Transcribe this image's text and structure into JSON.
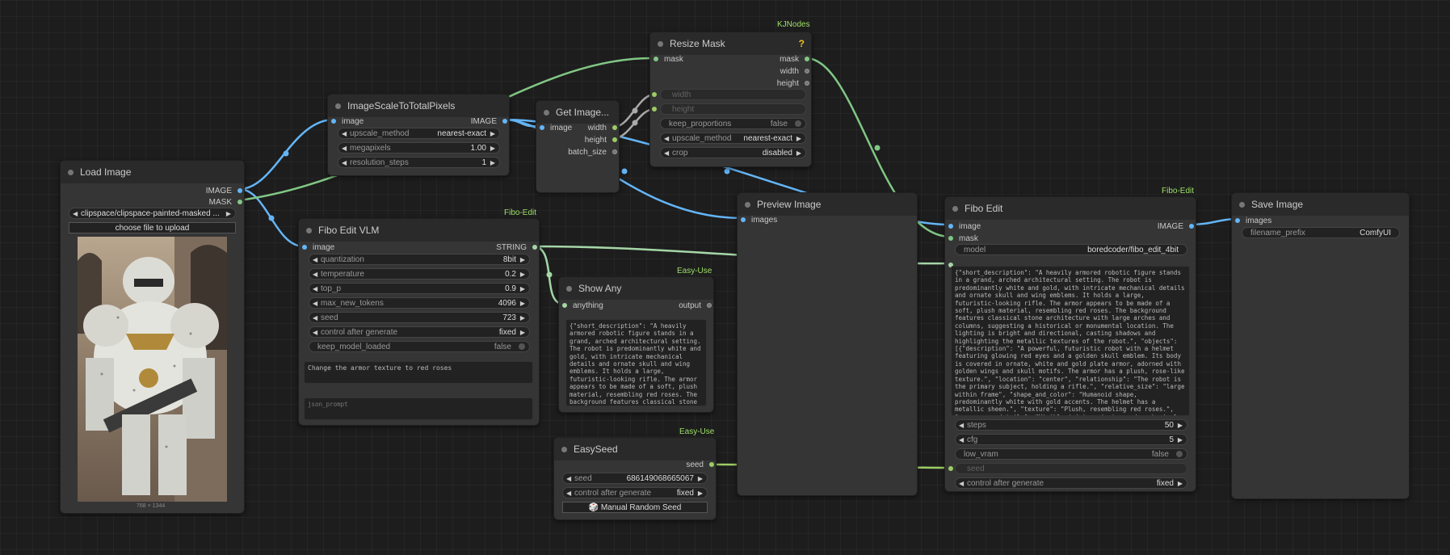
{
  "nodes": {
    "load_image": {
      "title": "Load Image",
      "outputs": [
        "IMAGE",
        "MASK"
      ],
      "image_widget": "clipspace/clipspace-painted-masked ...",
      "upload_button": "choose file to upload",
      "dimensions": "768 × 1344"
    },
    "image_scale": {
      "title": "ImageScaleToTotalPixels",
      "input": "image",
      "output": "IMAGE",
      "widgets": [
        {
          "label": "upscale_method",
          "value": "nearest-exact"
        },
        {
          "label": "megapixels",
          "value": "1.00"
        },
        {
          "label": "resolution_steps",
          "value": "1"
        }
      ]
    },
    "get_image": {
      "title": "Get Image...",
      "input": "image",
      "outputs": [
        "width",
        "height",
        "batch_size"
      ]
    },
    "resize_mask": {
      "badge": "KJNodes",
      "title": "Resize Mask",
      "help": "?",
      "input": "mask",
      "outputs": [
        "mask",
        "width",
        "height"
      ],
      "inputs_converted": [
        "width",
        "height"
      ],
      "keep_proportions": {
        "label": "keep_proportions",
        "value": "false"
      },
      "widgets": [
        {
          "label": "upscale_method",
          "value": "nearest-exact"
        },
        {
          "label": "crop",
          "value": "disabled"
        }
      ]
    },
    "fibo_vlm": {
      "badge": "Fibo-Edit",
      "title": "Fibo Edit VLM",
      "input": "image",
      "output": "STRING",
      "widgets": [
        {
          "label": "quantization",
          "value": "8bit"
        },
        {
          "label": "temperature",
          "value": "0.2"
        },
        {
          "label": "top_p",
          "value": "0.9"
        },
        {
          "label": "max_new_tokens",
          "value": "4096"
        },
        {
          "label": "seed",
          "value": "723"
        },
        {
          "label": "control after generate",
          "value": "fixed"
        }
      ],
      "keep_model_loaded": {
        "label": "keep_model_loaded",
        "value": "false"
      },
      "prompt_text": "Change the armor texture to red roses",
      "json_placeholder": "json_prompt"
    },
    "show_any": {
      "badge": "Easy-Use",
      "title": "Show Any",
      "input": "anything",
      "output": "output",
      "text": "{\"short_description\": \"A heavily armored robotic figure stands in a grand, arched architectural setting. The robot is predominantly white and gold, with intricate mechanical details and ornate skull and wing emblems. It holds a large, futuristic-looking rifle. The armor appears to be made of a soft, plush material, resembling red roses. The background features classical stone architecture with large arches and columns"
    },
    "easy_seed": {
      "badge": "Easy-Use",
      "title": "EasySeed",
      "output": "seed",
      "widgets": [
        {
          "label": "seed",
          "value": "686149068665067"
        },
        {
          "label": "control after generate",
          "value": "fixed"
        }
      ],
      "button": "🎲 Manual Random Seed"
    },
    "preview": {
      "title": "Preview Image",
      "input": "images"
    },
    "fibo_edit": {
      "badge": "Fibo-Edit",
      "title": "Fibo Edit",
      "inputs": [
        "image",
        "mask"
      ],
      "output": "IMAGE",
      "model": {
        "label": "model",
        "value": "boredcoder/fibo_edit_4bit"
      },
      "text": "{\"short_description\": \"A heavily armored robotic figure stands in a grand, arched architectural setting. The robot is predominantly white and gold, with intricate mechanical details and ornate skull and wing emblems. It holds a large, futuristic-looking rifle. The armor appears to be made of a soft, plush material, resembling red roses. The background features classical stone architecture with large arches and columns, suggesting a historical or monumental location. The lighting is bright and directional, casting shadows and highlighting the metallic textures of the robot.\", \"objects\": [{\"description\": \"A powerful, futuristic robot with a helmet featuring glowing red eyes and a golden skull emblem. Its body is covered in ornate, white and gold plate armor, adorned with golden wings and skull motifs. The armor has a plush, rose-like texture.\", \"location\": \"center\", \"relationship\": \"The robot is the primary subject, holding a rifle.\", \"relative_size\": \"large within frame\", \"shape_and_color\": \"Humanoid shape, predominantly white with gold accents. The helmet has a metallic sheen.\", \"texture\": \"Plush, resembling red roses.\", \"appearance_details\": \"Visible joints, rivets, and mechanical components. Some armor plates are cracked",
      "widgets": [
        {
          "label": "steps",
          "value": "50"
        },
        {
          "label": "cfg",
          "value": "5"
        }
      ],
      "low_vram": {
        "label": "low_vram",
        "value": "false"
      },
      "seed_converted": "seed",
      "control": {
        "label": "control after generate",
        "value": "fixed"
      }
    },
    "save_image": {
      "title": "Save Image",
      "input": "images",
      "prefix": {
        "label": "filename_prefix",
        "value": "ComfyUI"
      }
    }
  },
  "colors": {
    "image_wire": "#64b5f6",
    "mask_wire": "#81c784",
    "string_wire": "#a5d6a7",
    "badge": "#9ee06a"
  }
}
